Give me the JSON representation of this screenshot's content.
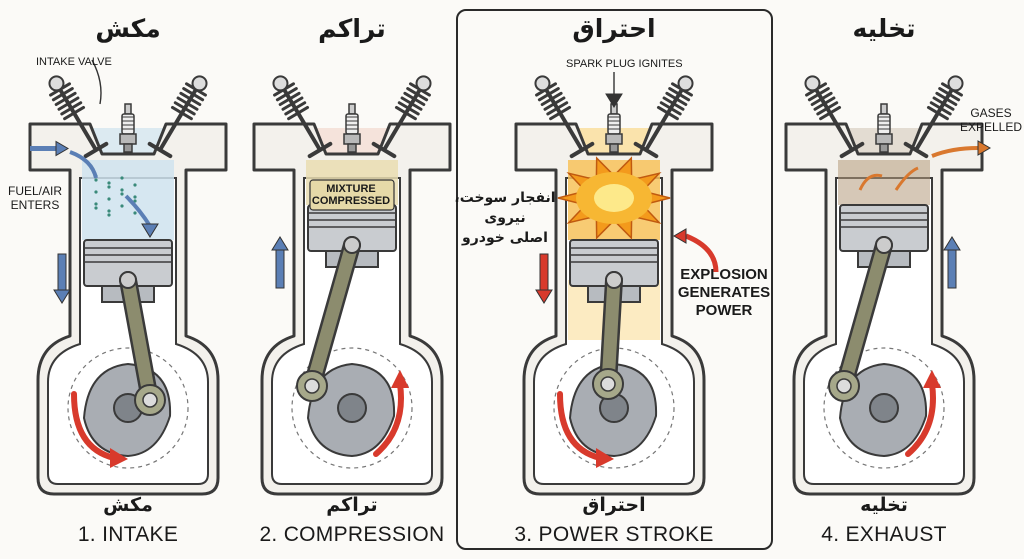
{
  "strokes": [
    {
      "title_fa": "مکش",
      "caption_fa": "مکش",
      "caption_en": "1. INTAKE",
      "direction": "down",
      "theme": "intake"
    },
    {
      "title_fa": "تراکم",
      "caption_fa": "تراکم",
      "caption_en": "2. COMPRESSION",
      "direction": "up",
      "theme": "compression"
    },
    {
      "title_fa": "احتراق",
      "caption_fa": "احتراق",
      "caption_en": "3. POWER STROKE",
      "direction": "down",
      "theme": "power"
    },
    {
      "title_fa": "تخلیه",
      "caption_fa": "تخلیه",
      "caption_en": "4. EXHAUST",
      "direction": "up",
      "theme": "exhaust"
    }
  ],
  "annotations": {
    "intake_valve": "INTAKE VALVE",
    "fuel_air_1": "FUEL/AIR",
    "fuel_air_2": "ENTERS",
    "mixture_1": "MIXTURE",
    "mixture_2": "COMPRESSED",
    "spark_plug": "SPARK PLUG IGNITES",
    "explosion_1": "EXPLOSION",
    "explosion_2": "GENERATES",
    "explosion_3": "POWER",
    "fa_explosion_1": "انفجار سوخت،",
    "fa_explosion_2": "نیروی",
    "fa_explosion_3": "اصلی خودرو",
    "gases_1": "GASES",
    "gases_2": "EXPELLED"
  },
  "colors": {
    "outline": "#3a3a3a",
    "cylinder_wall": "#f3f1ec",
    "intake_gas": "#cfe3ee",
    "compression_gas": "#e9ddb2",
    "power_glow": "#f7c25a",
    "exhaust_gas": "#b59a7b",
    "piston": "#c9ccd0",
    "rod": "#8c8c6e",
    "crank": "#a9adb3",
    "blue_arrow": "#5b7fb5",
    "red_arrow": "#d83a2c",
    "orange_arrow": "#d9782e"
  },
  "icons": [
    "valve-spring-icon",
    "spark-plug-icon",
    "explosion-icon",
    "direction-arrow-icon",
    "rotation-arrow-icon"
  ]
}
